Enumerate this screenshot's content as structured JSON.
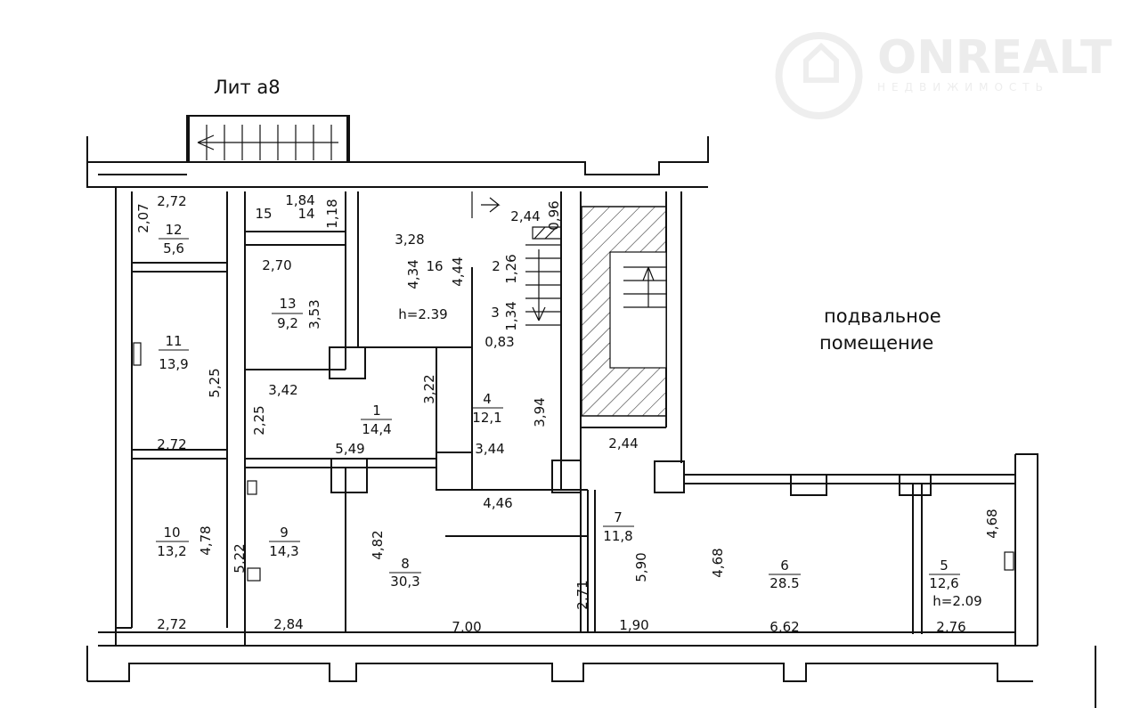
{
  "watermark": {
    "brand": "ONREALT",
    "tagline": "НЕДВИЖИМОСТЬ"
  },
  "title": "Лит а8",
  "outside_label": [
    "подвальное",
    "помещение"
  ],
  "rooms": {
    "r1": {
      "num": "1",
      "area": "14,4"
    },
    "r2": {
      "num": "2"
    },
    "r3": {
      "num": "3"
    },
    "r4": {
      "num": "4",
      "area": "12,1"
    },
    "r5": {
      "num": "5",
      "area": "12,6",
      "height": "h=2.09"
    },
    "r6": {
      "num": "6",
      "area": "28.5"
    },
    "r7": {
      "num": "7",
      "area": "11,8"
    },
    "r8": {
      "num": "8",
      "area": "30,3"
    },
    "r9": {
      "num": "9",
      "area": "14,3"
    },
    "r10": {
      "num": "10",
      "area": "13,2"
    },
    "r11": {
      "num": "11",
      "area": "13,9"
    },
    "r12": {
      "num": "12",
      "area": "5,6"
    },
    "r13": {
      "num": "13",
      "area": "9,2"
    },
    "r14": {
      "num": "14"
    },
    "r15": {
      "num": "15"
    },
    "r16": {
      "num": "16",
      "height": "h=2.39"
    }
  },
  "dims": [
    "2,72",
    "2,07",
    "1,84",
    "1,18",
    "3,28",
    "4,34",
    "4,44",
    "2,44",
    "0,96",
    "1,26",
    "1,34",
    "0,83",
    "2,70",
    "3,53",
    "5,25",
    "3,42",
    "3,22",
    "2,25",
    "5,49",
    "3,44",
    "3,94",
    "2,44",
    "2,72",
    "4,78",
    "2,72",
    "5,22",
    "2,84",
    "4,46",
    "4,82",
    "2,71",
    "7,00",
    "5,90",
    "1,90",
    "4,68",
    "6,62",
    "4,68",
    "2,76"
  ]
}
